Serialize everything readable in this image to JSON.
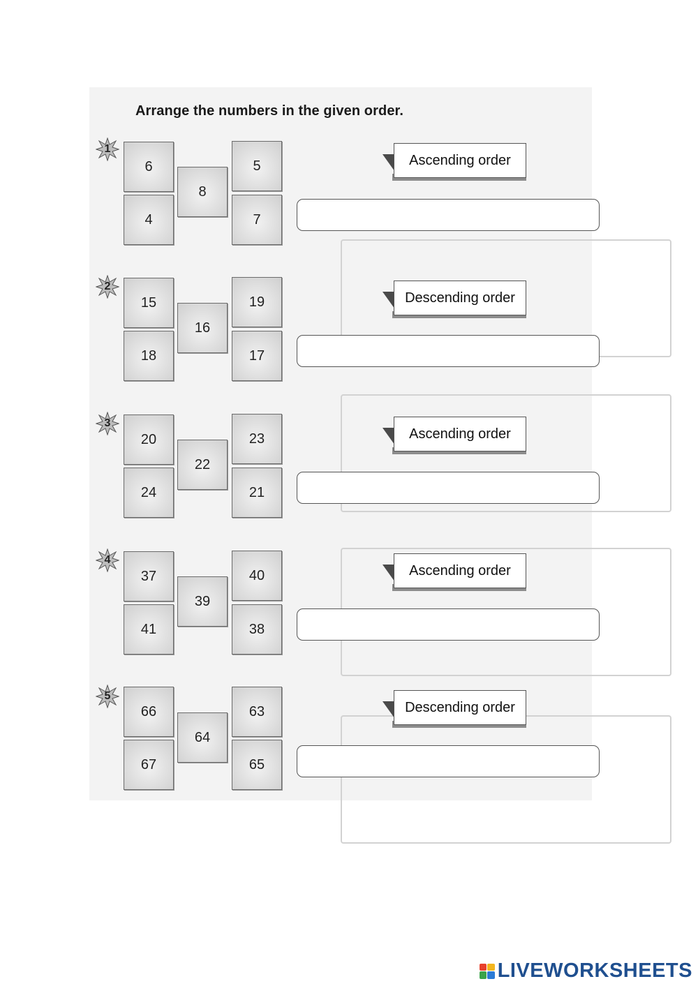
{
  "instruction": "Arrange the numbers in the given order.",
  "exercises": [
    {
      "number": "1",
      "tiles": [
        "6",
        "4",
        "8",
        "5",
        "7"
      ],
      "order": "Ascending order",
      "answer": ""
    },
    {
      "number": "2",
      "tiles": [
        "15",
        "18",
        "16",
        "19",
        "17"
      ],
      "order": "Descending order",
      "answer": ""
    },
    {
      "number": "3",
      "tiles": [
        "20",
        "24",
        "22",
        "23",
        "21"
      ],
      "order": "Ascending order",
      "answer": ""
    },
    {
      "number": "4",
      "tiles": [
        "37",
        "41",
        "39",
        "40",
        "38"
      ],
      "order": "Ascending order",
      "answer": ""
    },
    {
      "number": "5",
      "tiles": [
        "66",
        "67",
        "64",
        "63",
        "65"
      ],
      "order": "Descending order",
      "answer": ""
    }
  ],
  "brand": {
    "text": "LIVEWORKSHEETS",
    "logo_colors": [
      "#e8412c",
      "#f3b61f",
      "#3aa34a",
      "#2b7bd6"
    ]
  }
}
